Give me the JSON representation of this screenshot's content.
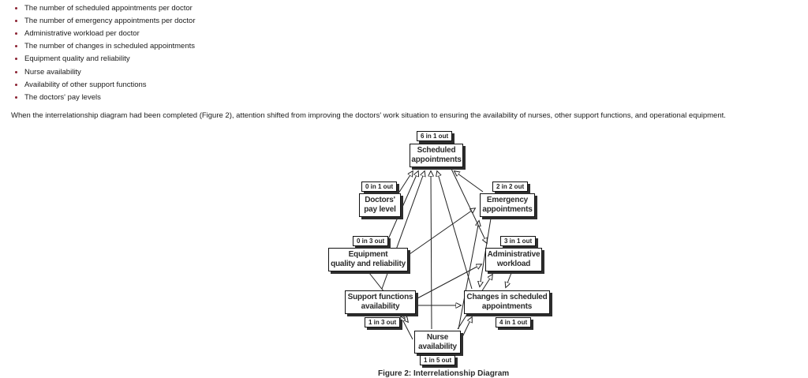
{
  "intro": {
    "bullets": [
      "The number of scheduled appointments per doctor",
      "The number of emergency appointments per doctor",
      "Administrative workload per doctor",
      "The number of changes in scheduled appointments",
      "Equipment quality and reliability",
      "Nurse availability",
      "Availability of other support functions",
      "The doctors' pay levels"
    ],
    "paragraph": "When the interrelationship diagram had been completed (Figure 2), attention shifted from improving the doctors' work situation to ensuring the availability of nurses, other support functions, and operational equipment."
  },
  "diagram": {
    "caption": "Figure 2: Interrelationship Diagram",
    "nodes": [
      {
        "id": "scheduled",
        "label": "Scheduled\nappointments",
        "badge": "6 in 1 out"
      },
      {
        "id": "doctors_pay",
        "label": "Doctors'\npay level",
        "badge": "0 in 1 out"
      },
      {
        "id": "emergency",
        "label": "Emergency\nappointments",
        "badge": "2 in 2 out"
      },
      {
        "id": "equipment",
        "label": "Equipment\nquality and reliability",
        "badge": "0 in 3 out"
      },
      {
        "id": "admin",
        "label": "Administrative\nworkload",
        "badge": "3 in 1 out"
      },
      {
        "id": "support",
        "label": "Support functions\navailability",
        "badge": "1 in 3 out"
      },
      {
        "id": "changes",
        "label": "Changes in scheduled\nappointments",
        "badge": "4 in 1 out"
      },
      {
        "id": "nurse",
        "label": "Nurse\navailability",
        "badge": "1 in 5 out"
      }
    ],
    "edges": [
      {
        "from": "doctors_pay",
        "to": "scheduled"
      },
      {
        "from": "equipment",
        "to": "scheduled"
      },
      {
        "from": "support",
        "to": "scheduled"
      },
      {
        "from": "nurse",
        "to": "scheduled"
      },
      {
        "from": "changes",
        "to": "scheduled"
      },
      {
        "from": "emergency",
        "to": "scheduled"
      },
      {
        "from": "equipment",
        "to": "emergency"
      },
      {
        "from": "nurse",
        "to": "emergency"
      },
      {
        "from": "scheduled",
        "to": "admin"
      },
      {
        "from": "nurse",
        "to": "admin"
      },
      {
        "from": "support",
        "to": "admin"
      },
      {
        "from": "emergency",
        "to": "changes"
      },
      {
        "from": "nurse",
        "to": "changes"
      },
      {
        "from": "support",
        "to": "changes"
      },
      {
        "from": "admin",
        "to": "changes"
      },
      {
        "from": "equipment",
        "to": "nurse"
      },
      {
        "from": "nurse",
        "to": "support"
      }
    ]
  },
  "colors": {
    "bullet": "#8b2333",
    "text": "#1a1a1a",
    "box_border": "#111111",
    "box_shadow": "#2e2e2e",
    "arrow": "#222222"
  }
}
